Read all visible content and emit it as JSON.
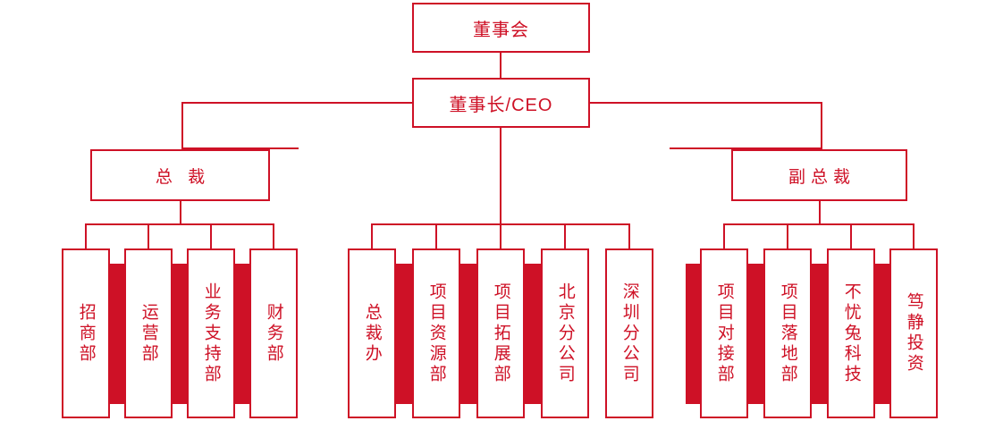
{
  "accent_color": "#CE1126",
  "background_color": "#FFFFFF",
  "chart_title": "",
  "nodes": {
    "board": {
      "label": "董事会"
    },
    "ceo": {
      "label": "董事长/CEO"
    },
    "president": {
      "label": "总 裁"
    },
    "vice_president": {
      "label": "副总裁"
    }
  },
  "groups": [
    {
      "name": "president-group",
      "parent": "总 裁",
      "leaves": [
        {
          "label": "招商部"
        },
        {
          "label": "运营部"
        },
        {
          "label": "业务支持部"
        },
        {
          "label": "财务部"
        }
      ]
    },
    {
      "name": "ceo-direct-group",
      "parent": "董事长/CEO",
      "leaves": [
        {
          "label": "总裁办"
        },
        {
          "label": "项目资源部"
        },
        {
          "label": "项目拓展部"
        },
        {
          "label": "北京分公司"
        },
        {
          "label": "深圳分公司"
        }
      ]
    },
    {
      "name": "vice-president-group",
      "parent": "副总裁",
      "leaves": [
        {
          "label": "项目对接部"
        },
        {
          "label": "项目落地部"
        },
        {
          "label": "不忧兔科技"
        },
        {
          "label": "笃静投资"
        }
      ]
    }
  ],
  "chart_data": {
    "type": "diagram",
    "diagram_kind": "organization-chart",
    "root": "董事会",
    "hierarchy": [
      {
        "node": "董事会",
        "children": [
          {
            "node": "董事长/CEO",
            "children": [
              {
                "node": "总 裁",
                "children": [
                  {
                    "node": "招商部"
                  },
                  {
                    "node": "运营部"
                  },
                  {
                    "node": "业务支持部"
                  },
                  {
                    "node": "财务部"
                  }
                ]
              },
              {
                "node": "总裁办"
              },
              {
                "node": "项目资源部"
              },
              {
                "node": "项目拓展部"
              },
              {
                "node": "北京分公司"
              },
              {
                "node": "深圳分公司"
              },
              {
                "node": "副总裁",
                "children": [
                  {
                    "node": "项目对接部"
                  },
                  {
                    "node": "项目落地部"
                  },
                  {
                    "node": "不忧兔科技"
                  },
                  {
                    "node": "笃静投资"
                  }
                ]
              }
            ]
          }
        ]
      }
    ]
  }
}
